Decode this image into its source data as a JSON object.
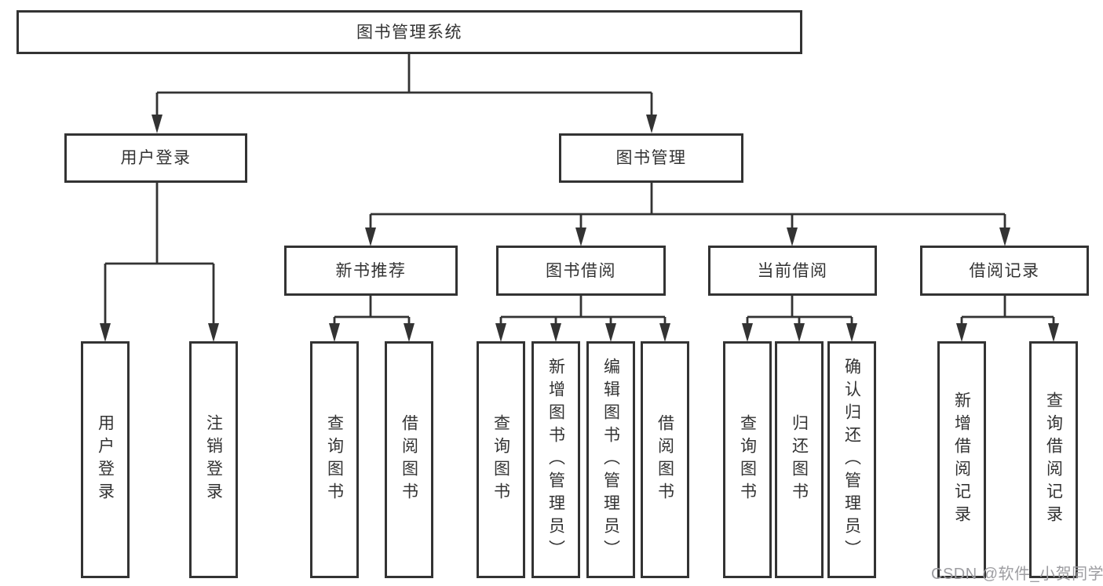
{
  "tree": {
    "label": "图书管理系统",
    "children": [
      {
        "label": "用户登录",
        "children": [
          {
            "label": "用户登录"
          },
          {
            "label": "注销登录"
          }
        ]
      },
      {
        "label": "图书管理",
        "children": [
          {
            "label": "新书推荐",
            "children": [
              {
                "label": "查询图书"
              },
              {
                "label": "借阅图书"
              }
            ]
          },
          {
            "label": "图书借阅",
            "children": [
              {
                "label": "查询图书"
              },
              {
                "label": "新增图书（管理员）"
              },
              {
                "label": "编辑图书（管理员）"
              },
              {
                "label": "借阅图书"
              }
            ]
          },
          {
            "label": "当前借阅",
            "children": [
              {
                "label": "查询图书"
              },
              {
                "label": "归还图书"
              },
              {
                "label": "确认归还（管理员）"
              }
            ]
          },
          {
            "label": "借阅记录",
            "children": [
              {
                "label": "新增借阅记录"
              },
              {
                "label": "查询借阅记录"
              }
            ]
          }
        ]
      }
    ]
  },
  "watermark": {
    "text": "CSDN @软件_小贺同学",
    "color": "#9d9da1"
  },
  "colors": {
    "line": "#333333",
    "box_border": "#333333",
    "text": "#333333",
    "background": "#ffffff"
  }
}
